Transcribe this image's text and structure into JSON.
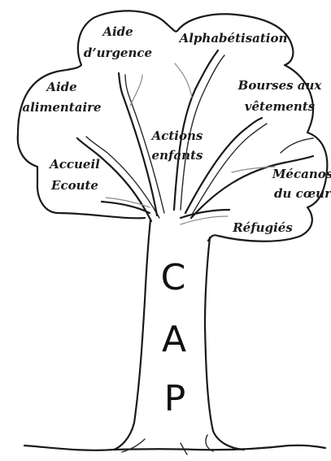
{
  "labels": {
    "aide_urgence_1": "Aide",
    "aide_urgence_2": "d’urgence",
    "alphabetisation": "Alphabétisation",
    "aide_alimentaire_1": "Aide",
    "aide_alimentaire_2": "alimentaire",
    "bourses_1": "Bourses aux",
    "bourses_2": "vêtements",
    "actions_1": "Actions",
    "actions_2": "enfants",
    "accueil_1": "Accueil",
    "accueil_2": "Ecoute",
    "mecanos_1": "Mécanos",
    "mecanos_2": "du cœur",
    "refugies": "Réfugiés"
  },
  "trunk": {
    "letter_1": "C",
    "letter_2": "A",
    "letter_3": "P"
  },
  "colors": {
    "ink": "#1a1a1a",
    "background": "#ffffff"
  }
}
